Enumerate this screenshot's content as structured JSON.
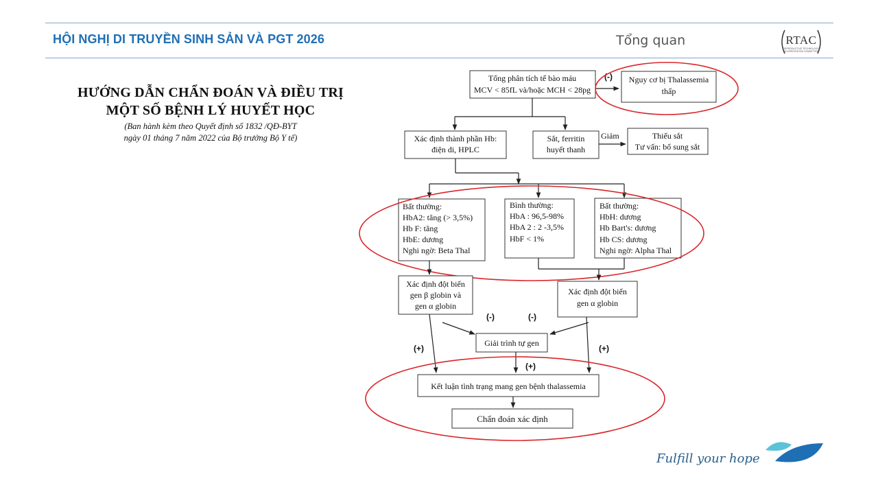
{
  "header": {
    "conference_title": "HỘI NGHỊ DI TRUYỀN SINH SẢN VÀ PGT 2026",
    "section_title": "Tổng quan",
    "logo_text": "RTAC",
    "logo_subtext": "REPRODUCTIVE TECHNOLOGY ACCREDITATION COMMITTEE"
  },
  "guideline": {
    "title_line1": "HƯỚNG DẪN CHẨN ĐOÁN VÀ ĐIỀU TRỊ",
    "title_line2": "MỘT SỐ BỆNH LÝ HUYẾT HỌC",
    "decree_line1": "(Ban hành kèm theo Quyết định số 1832 /QĐ-BYT",
    "decree_line2": "ngày  01 tháng 7  năm 2022 của Bộ trưởng Bộ Y tế)"
  },
  "flowchart": {
    "cbc": [
      "Tổng phân tích tế bào máu",
      "MCV < 85fL và/hoặc MCH < 28pg"
    ],
    "neg_label_1": "(-)",
    "low_risk": [
      "Nguy cơ bị Thalassemia",
      "thấp"
    ],
    "hb_test": [
      "Xác định thành phần Hb:",
      "điện di, HPLC"
    ],
    "iron_test": [
      "Sắt, ferritin",
      "huyết thanh"
    ],
    "decrease_label": "Giảm",
    "iron_def": [
      "Thiếu sắt",
      "Tư vấn: bổ sung sắt"
    ],
    "abnormal_beta": [
      "Bất thường:",
      "HbA2: tăng (> 3,5%)",
      "Hb F: tăng",
      "HbE: dương",
      "Nghi ngờ: Beta Thal"
    ],
    "normal": [
      "Bình thường:",
      "HbA :  96,5-98%",
      "HbA 2 : 2 -3,5%",
      "HbF < 1%"
    ],
    "abnormal_alpha": [
      "Bất thường:",
      "HbH: dương",
      "Hb Bart's: dương",
      "Hb CS: dương",
      "Nghi ngờ: Alpha Thal"
    ],
    "beta_alpha_mutation": [
      "Xác định đột biến",
      "gen β globin và",
      "gen α  globin"
    ],
    "alpha_mutation": [
      "Xác định đột biến",
      "gen α globin"
    ],
    "neg_label_2": "(-)",
    "neg_label_3": "(-)",
    "sequencing": "Giải trình tự gen",
    "pos_label_left": "(+)",
    "pos_label_mid": "(+)",
    "pos_label_right": "(+)",
    "conclusion": "Kết luận tình trạng mang gen bệnh thalassemia",
    "diagnosis": "Chẩn đoán xác định",
    "highlight_color": "#d9262b"
  },
  "footer": {
    "slogan": "Fulfill your hope",
    "accent_colors": [
      "#5bc3d8",
      "#1f6fb5"
    ]
  }
}
